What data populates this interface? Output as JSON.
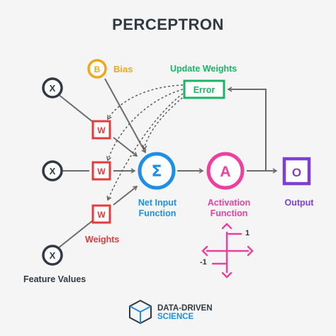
{
  "title": "PERCEPTRON",
  "nodes": {
    "inputs": [
      "X",
      "X",
      "X"
    ],
    "weights": [
      "W",
      "W",
      "W"
    ],
    "bias": "B",
    "sum": "Σ",
    "activation": "A",
    "output": "O",
    "error": "Error"
  },
  "labels": {
    "bias": "Bias",
    "update_weights": "Update Weights",
    "weights": "Weights",
    "feature_values": "Feature Values",
    "net_input_function": "Net Input Function",
    "activation_function": "Activation Function",
    "output": "Output"
  },
  "step_axis": {
    "upper": "1",
    "lower": "-1"
  },
  "brand": {
    "line1": "DATA-DRIVEN",
    "line2": "SCIENCE"
  },
  "colors": {
    "input": "#2f3a44",
    "weight": "#e53b3b",
    "bias": "#f2a71b",
    "sum": "#1e8fe6",
    "activation": "#ee3fa0",
    "output": "#7e3fd4",
    "error": "#1bb566",
    "arrow": "#6b6b6b"
  }
}
